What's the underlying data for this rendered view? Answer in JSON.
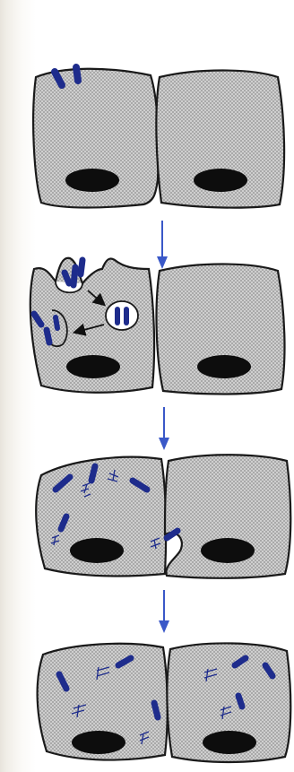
{
  "colors": {
    "cell_fill": "#c9c9c9",
    "cell_stroke": "#1a1a1a",
    "nucleus": "#0d0d0d",
    "bacterium": "#1e2c8c",
    "arrow": "#3a58c8",
    "vacuole": "#ffffff",
    "page_edge": "#e8e4dc"
  },
  "icons": {
    "step_arrow": "down-arrow-icon",
    "bacterium": "rod-bacterium-icon",
    "actin_tail": "actin-tail-icon"
  },
  "stages": [
    {
      "id": 1,
      "description_icon": "bacteria-adhering-to-cell-surface"
    },
    {
      "id": 2,
      "description_icon": "bacteria-engulfed-into-vacuole"
    },
    {
      "id": 3,
      "description_icon": "bacteria-spreading-to-neighbor-cell"
    },
    {
      "id": 4,
      "description_icon": "bacteria-in-both-cells"
    }
  ]
}
